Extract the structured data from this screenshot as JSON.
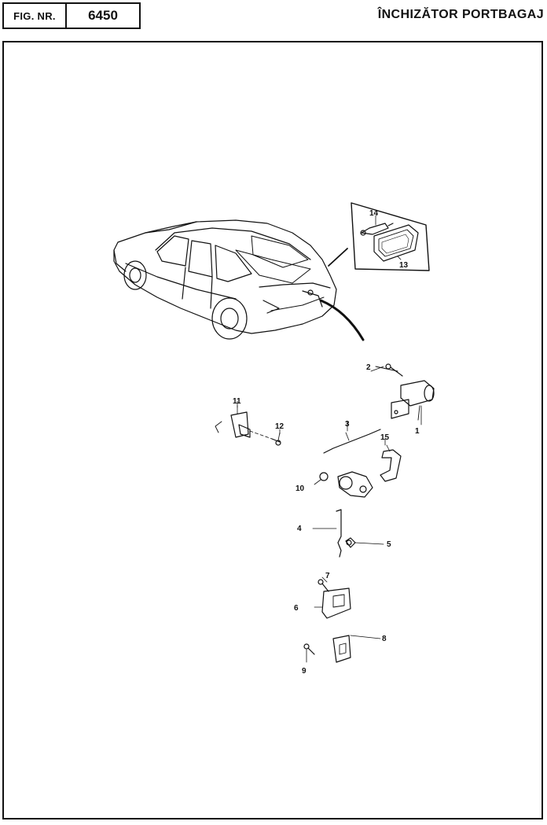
{
  "header": {
    "fig_label": "FIG. NR.",
    "fig_number": "6450",
    "title": "ÎNCHIZĂTOR PORTBAGAJ"
  },
  "callouts": {
    "c1": "1",
    "c2": "2",
    "c3": "3",
    "c4": "4",
    "c5": "5",
    "c6": "6",
    "c7": "7",
    "c8": "8",
    "c9": "9",
    "c10": "10",
    "c11": "11",
    "c12": "12",
    "c13": "13",
    "c14": "14",
    "c15": "15"
  }
}
